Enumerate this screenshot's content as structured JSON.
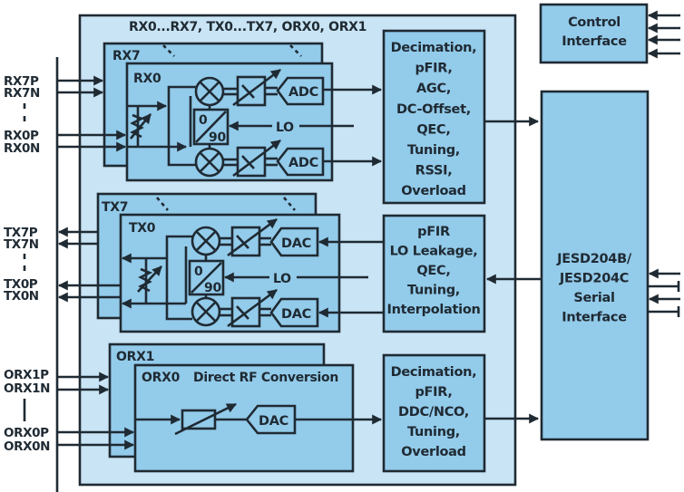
{
  "colors": {
    "outer_fill": "#c9e4f4",
    "block_fill": "#93cbea",
    "line": "#1f2a33"
  },
  "transceiver": {
    "title": "RX0...RX7, TX0...TX7, ORX0, ORX1",
    "rx": {
      "back_label": "RX7",
      "front_label": "RX0",
      "adc_label": "ADC",
      "phase_top": "0",
      "phase_bottom": "90",
      "lo_label": "LO",
      "pins": [
        "RX7P",
        "RX7N",
        "RX0P",
        "RX0N"
      ]
    },
    "tx": {
      "back_label": "TX7",
      "front_label": "TX0",
      "dac_label": "DAC",
      "phase_top": "0",
      "phase_bottom": "90",
      "lo_label": "LO",
      "pins": [
        "TX7P",
        "TX7N",
        "TX0P",
        "TX0N"
      ]
    },
    "orx": {
      "back_label": "ORX1",
      "front_label": "ORX0",
      "subtitle": "Direct RF Conversion",
      "dac_label": "DAC",
      "pins": [
        "ORX1P",
        "ORX1N",
        "ORX0P",
        "ORX0N"
      ]
    }
  },
  "dsp_blocks": {
    "rx": [
      "Decimation,",
      "pFIR,",
      "AGC,",
      "DC-Offset,",
      "QEC,",
      "Tuning,",
      "RSSI,",
      "Overload"
    ],
    "tx": [
      "pFIR",
      "LO Leakage,",
      "QEC,",
      "Tuning,",
      "Interpolation"
    ],
    "orx": [
      "Decimation,",
      "pFIR,",
      "DDC/NCO,",
      "Tuning,",
      "Overload"
    ]
  },
  "control_interface": [
    "Control",
    "Interface"
  ],
  "serial_interface": [
    "JESD204B/",
    "JESD204C",
    "Serial",
    "Interface"
  ]
}
